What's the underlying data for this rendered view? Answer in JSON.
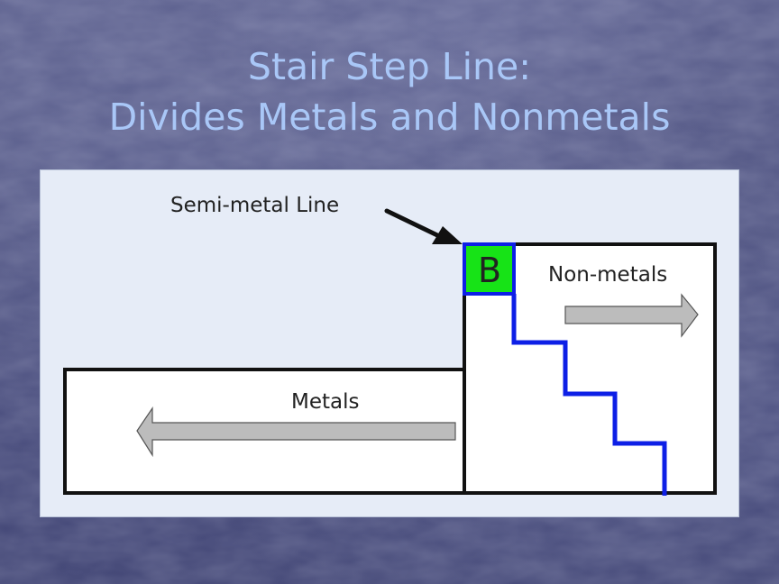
{
  "slide": {
    "title_line1": "Stair Step Line:",
    "title_line2": "Divides Metals and Nonmetals"
  },
  "diagram": {
    "callout_label": "Semi-metal Line",
    "element_symbol": "B",
    "right_region_label": "Non-metals",
    "left_region_label": "Metals",
    "colors": {
      "stair_line": "#0d1fe6",
      "element_box": "#17e317",
      "arrow_fill": "#bcbcbc",
      "outline": "#111111",
      "title_text": "#a9c7f7",
      "panel_background": "#e6ecf7"
    },
    "icons": {
      "callout_pointer": "arrow-pointer-icon",
      "left_arrow": "arrow-left-icon",
      "right_arrow": "arrow-right-icon"
    }
  }
}
